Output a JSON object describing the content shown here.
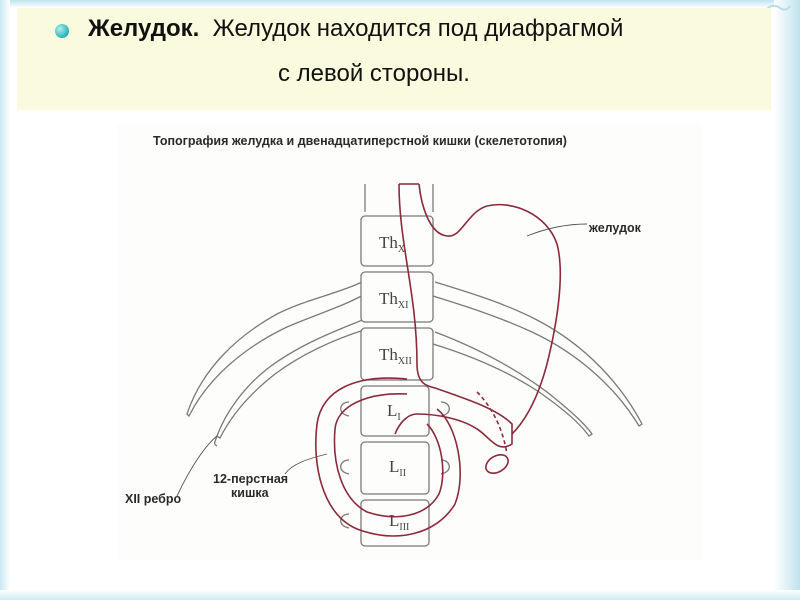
{
  "slide": {
    "heading_bold": "Желудок.",
    "heading_text": "Желудок находится под диафрагмой",
    "heading_line2": "с левой стороны."
  },
  "figure": {
    "title": "Топография желудка и двенадцатиперстной кишки (скелетотопия)",
    "labels": {
      "stomach": "желудок",
      "duodenum_line1": "12-перстная",
      "duodenum_line2": "кишка",
      "rib": "XII ребро"
    },
    "vertebrae": [
      {
        "base": "Th",
        "sub": "X"
      },
      {
        "base": "Th",
        "sub": "XI"
      },
      {
        "base": "Th",
        "sub": "XII"
      },
      {
        "base": "L",
        "sub": "I"
      },
      {
        "base": "L",
        "sub": "II"
      },
      {
        "base": "L",
        "sub": "III"
      }
    ]
  },
  "colors": {
    "organ_outline": "#8b2a3a",
    "bone_outline": "#7a7a7a",
    "text_box_bg": "#fafade",
    "bullet": "#2bb1b6"
  }
}
